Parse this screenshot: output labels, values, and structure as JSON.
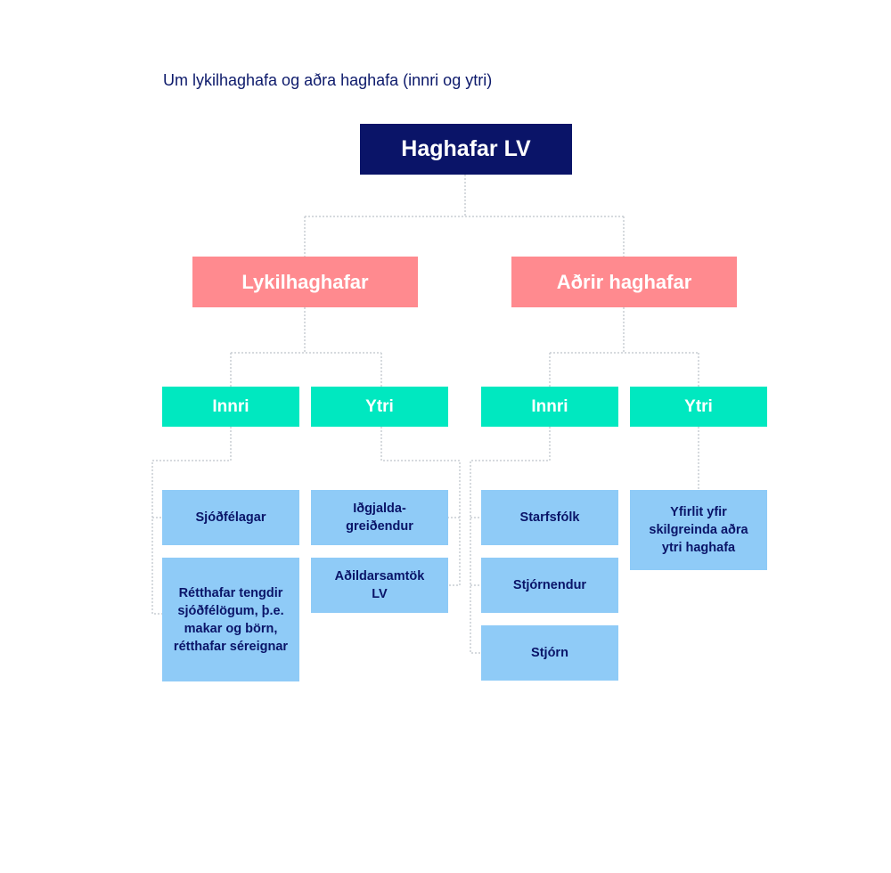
{
  "title": "Um lykilhaghafa og aðra haghafa (innri og ytri)",
  "colors": {
    "root": "#0a1468",
    "level1": "#ff8a8f",
    "level2": "#00e8c0",
    "leaf": "#8fcbf7",
    "connector": "#c8cdd3"
  },
  "root": "Haghafar LV",
  "groups": {
    "key": {
      "label": "Lykilhaghafar",
      "inner": {
        "label": "Innri",
        "items": [
          "Sjóðfélagar",
          "Rétthafar tengdir sjóðfélögum, þ.e. makar og börn, rétthafar séreignar"
        ]
      },
      "outer": {
        "label": "Ytri",
        "items": [
          "Iðgjalda-greiðendur",
          "Aðildarsamtök LV"
        ]
      }
    },
    "other": {
      "label": "Aðrir haghafar",
      "inner": {
        "label": "Innri",
        "items": [
          "Starfsfólk",
          "Stjórnendur",
          "Stjórn"
        ]
      },
      "outer": {
        "label": "Ytri",
        "items": [
          "Yfirlit yfir skilgreinda aðra ytri haghafa"
        ]
      }
    }
  }
}
